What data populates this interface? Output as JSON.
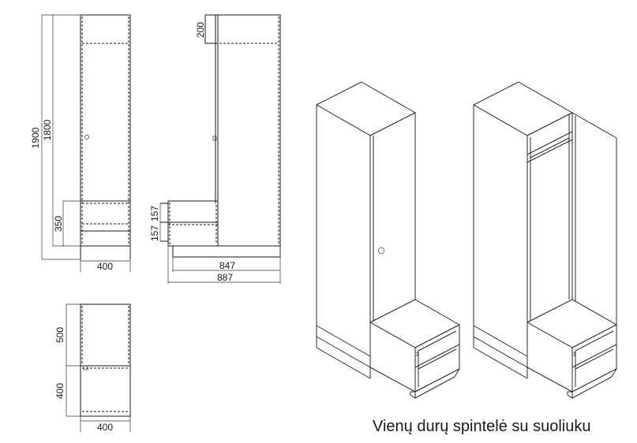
{
  "caption": "Vienų durų spintelė su suoliuku",
  "front_view": {
    "height_total": "1900",
    "height_cabinet": "1800",
    "bench_height": "350",
    "width": "400"
  },
  "side_view": {
    "top_section": "200",
    "bench_upper": "157",
    "bench_lower": "157",
    "depth_inner": "847",
    "depth_total": "887"
  },
  "top_view": {
    "cabinet_depth": "500",
    "bench_depth": "400",
    "width": "400"
  }
}
